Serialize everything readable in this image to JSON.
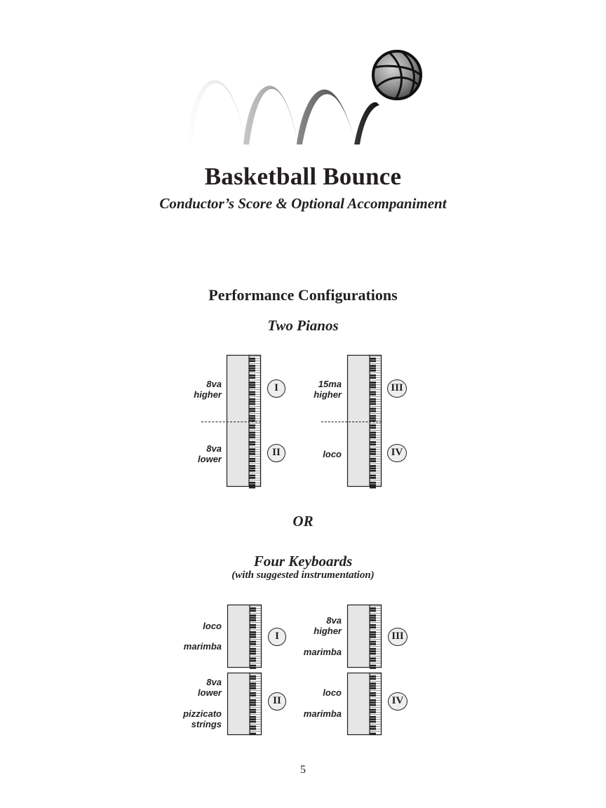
{
  "header": {
    "title": "Basketball Bounce",
    "subtitle": "Conductor’s Score & Optional Accompaniment"
  },
  "section": {
    "heading": "Performance Configurations"
  },
  "two_pianos": {
    "heading": "Two Pianos",
    "left": {
      "upper_label": "8va\nhigher",
      "lower_label": "8va\nlower",
      "upper_part": "I",
      "lower_part": "II"
    },
    "right": {
      "upper_label": "15ma\nhigher",
      "lower_label": "loco",
      "upper_part": "III",
      "lower_part": "IV"
    }
  },
  "separator": "OR",
  "four_keyboards": {
    "heading": "Four Keyboards",
    "subheading": "(with suggested instrumentation)",
    "k1": {
      "part": "I",
      "label_top": "loco",
      "label_bottom": "marimba"
    },
    "k2": {
      "part": "II",
      "label_top": "8va\nlower",
      "label_bottom": "pizzicato\nstrings"
    },
    "k3": {
      "part": "III",
      "label_top": "8va\nhigher",
      "label_bottom": "marimba"
    },
    "k4": {
      "part": "IV",
      "label_top": "loco",
      "label_bottom": "marimba"
    }
  },
  "page_number": "5"
}
